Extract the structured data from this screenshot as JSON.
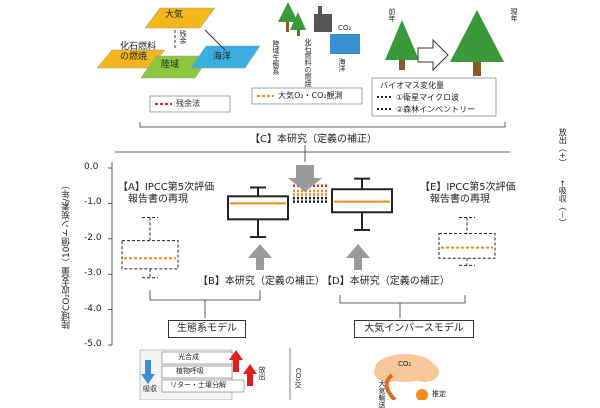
{
  "top_left": {
    "atmosphere": "大気",
    "residual_vertical": "残余",
    "fossil_fuel": "化石燃料\nの燃焼",
    "land": "陸域",
    "ocean": "海洋",
    "legend_residual": "残余法"
  },
  "top_middle": {
    "land_ecosystem": "陸域生態系",
    "fossil_fuel_burn": "化石燃料の燃焼",
    "ocean": "海洋",
    "co2": "CO₂",
    "legend_obs": "大気O₂・CO₂観測"
  },
  "top_right": {
    "prev_year": "前年",
    "this_year": "現年",
    "biomass_title": "バイオマス変化量",
    "item1": "①衛星マイクロ波",
    "item2": "②森林インベントリー"
  },
  "study_c": "【C】本研究（定義の補正）",
  "study_b": "【B】本研究（定義の補正）",
  "study_d": "【D】本研究（定義の補正）",
  "label_a": "【A】IPCC第5次評価\n　報告書の再現",
  "label_e": "【E】IPCC第5次評価\n　報告書の再現",
  "y_axis_title": "陸域CO₂収支量（10億トン炭素/年）",
  "right_emission": "放出（+）",
  "right_absorption": "←吸収（－）",
  "eco_model": "生態系モデル",
  "inverse_model": "大気インバースモデル",
  "bottom_left": {
    "photosynthesis": "光合成",
    "plant_resp": "植物呼吸",
    "litter": "リター・土壌分解",
    "release": "放出",
    "absorb": "吸収",
    "co2_side": "CO₂交"
  },
  "bottom_right": {
    "co2": "CO₂",
    "transport": "大気輸送",
    "estimate": "推定"
  },
  "chart_data": {
    "type": "box",
    "ylabel": "陸域CO₂収支量（10億トン炭素/年）",
    "ylim": [
      -5.0,
      0.0
    ],
    "yticks": [
      "0.0",
      "-1.0",
      "-2.0",
      "-3.0",
      "-4.0",
      "-5.0"
    ],
    "boxes": [
      {
        "label": "A",
        "whisker_low": -3.1,
        "q1": -2.85,
        "median": -2.55,
        "q3": -2.05,
        "whisker_high": -1.4,
        "style": "dashed",
        "median_color": "#f08a1c"
      },
      {
        "label": "B",
        "whisker_low": -1.95,
        "q1": -1.45,
        "median": -1.0,
        "q3": -0.8,
        "whisker_high": -0.55,
        "style": "solid",
        "median_color": "#f08a1c"
      },
      {
        "label": "D",
        "whisker_low": -1.75,
        "q1": -1.25,
        "median": -0.95,
        "q3": -0.6,
        "whisker_high": -0.3,
        "style": "solid",
        "median_color": "#f08a1c"
      },
      {
        "label": "E",
        "whisker_low": -2.75,
        "q1": -2.55,
        "median": -2.25,
        "q3": -1.85,
        "whisker_high": -1.4,
        "style": "dashed",
        "median_color": "#f08a1c"
      }
    ],
    "method_lines": [
      {
        "name": "residual",
        "color": "#d8262c",
        "y": -0.5
      },
      {
        "name": "obs",
        "color": "#f08a1c",
        "y": -0.65
      },
      {
        "name": "obs2",
        "color": "#f08a1c",
        "y": -0.75
      },
      {
        "name": "sat",
        "color": "#222222",
        "y": -0.85
      },
      {
        "name": "inv",
        "color": "#222222",
        "y": -0.95
      }
    ]
  }
}
